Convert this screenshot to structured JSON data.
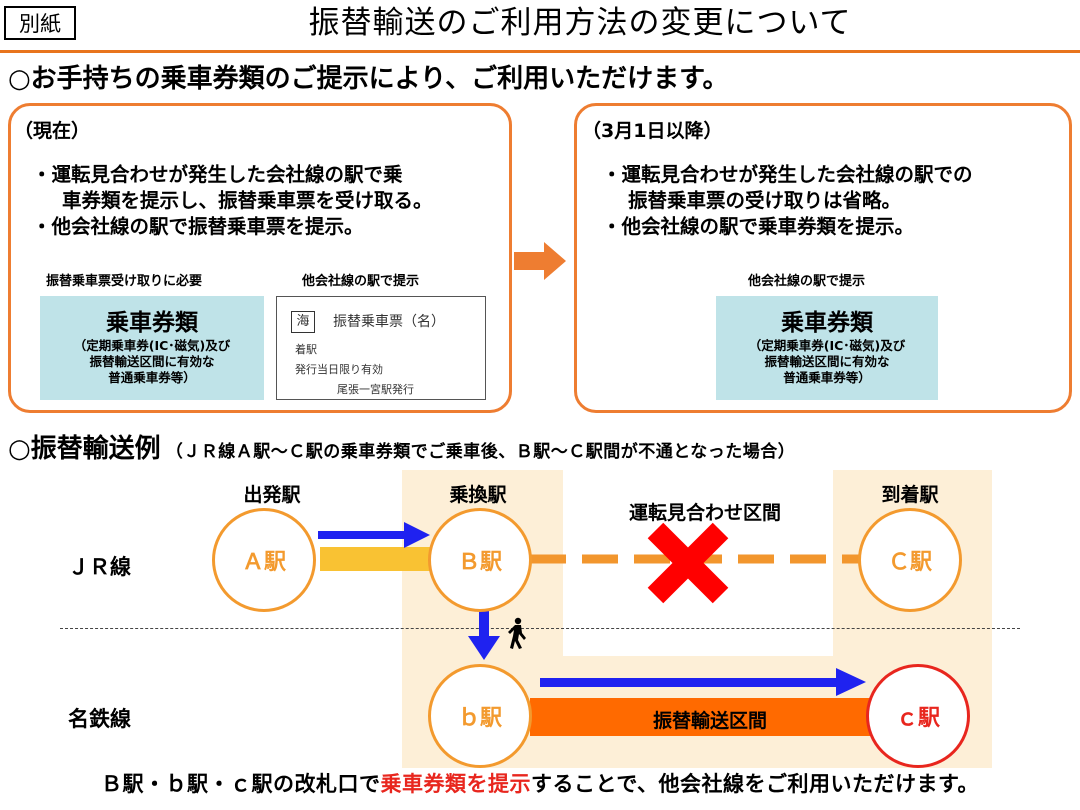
{
  "header": {
    "tag": "別紙",
    "title": "振替輸送のご利用方法の変更について"
  },
  "headline": "○お手持ちの乗車券類のご提示により、ご利用いただけます。",
  "current": {
    "heading": "（現在）",
    "bullets": [
      "・運転見合わせが発生した会社線の駅で乗",
      "車券類を提示し、振替乗車票を受け取る。",
      "・他会社線の駅で振替乗車票を提示。"
    ],
    "label_left": "振替乗車票受け取りに必要",
    "label_right": "他会社線の駅で提示",
    "ticket": {
      "title": "乗車券類",
      "line1": "（定期乗車券(IC･磁気)及び",
      "line2": "振替輸送区間に有効な",
      "line3": "普通乗車券等）"
    },
    "receipt": {
      "mark": "海",
      "title": "振替乗車票（名）",
      "line1": "着駅",
      "line2": "発行当日限り有効",
      "line3": "尾張一宮駅発行"
    }
  },
  "after": {
    "heading": "（3月1日以降）",
    "bullets": [
      "・運転見合わせが発生した会社線の駅での",
      "振替乗車票の受け取りは省略。",
      "・他会社線の駅で乗車券類を提示。"
    ],
    "label": "他会社線の駅で提示",
    "ticket": {
      "title": "乗車券類",
      "line1": "（定期乗車券(IC･磁気)及び",
      "line2": "振替輸送区間に有効な",
      "line3": "普通乗車券等）"
    }
  },
  "example": {
    "heading": "○振替輸送例",
    "sub": "（ＪＲ線Ａ駅～Ｃ駅の乗車券類でご乗車後、Ｂ駅～Ｃ駅間が不通となった場合）",
    "labels": {
      "departure": "出発駅",
      "transfer": "乗換駅",
      "suspended": "運転見合わせ区間",
      "arrival": "到着駅"
    },
    "lines": {
      "jr": "ＪＲ線",
      "meitetsu": "名鉄線"
    },
    "stations": {
      "A": "Ａ駅",
      "B": "Ｂ駅",
      "C": "Ｃ駅",
      "b": "ｂ駅",
      "c": "ｃ駅"
    },
    "section_label": "振替輸送区間"
  },
  "footer": {
    "part1": "Ｂ駅・ｂ駅・ｃ駅の改札口で",
    "highlight": "乗車券類を提示",
    "part2": "することで、他会社線をご利用いただけます。"
  },
  "colors": {
    "orange": "#ee7d31",
    "station_orange": "#f39a2e",
    "blue": "#1f22f0",
    "red": "#e8261e",
    "ticket_bg": "#bfe3e8",
    "zone_bg": "#fdefd7"
  }
}
